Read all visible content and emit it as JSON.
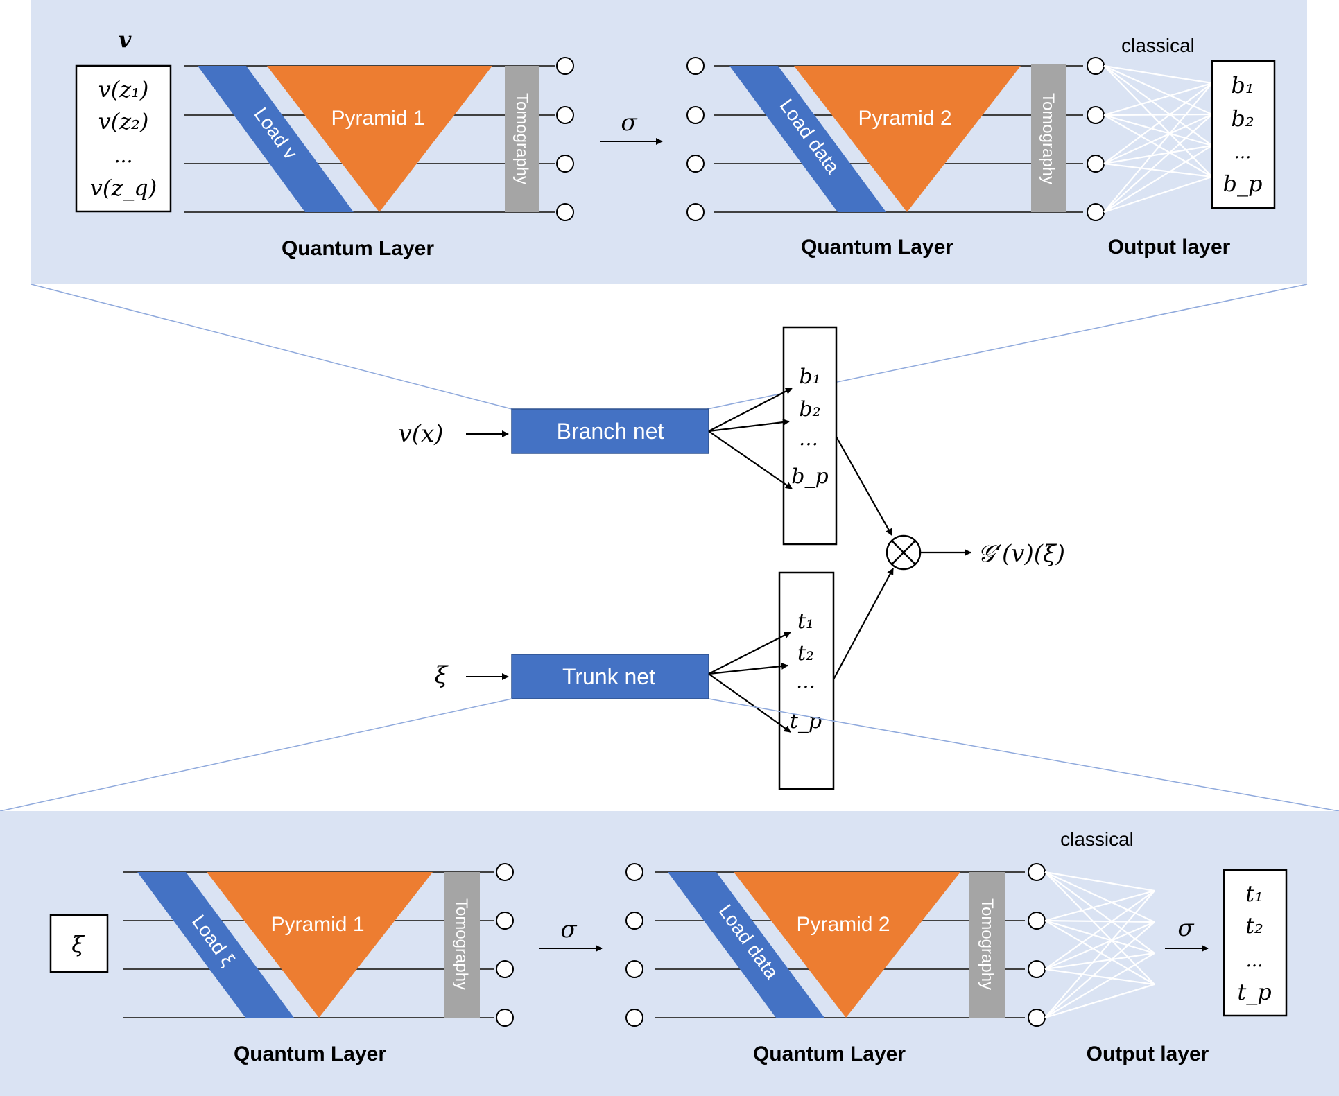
{
  "colors": {
    "panel": "#dae3f3",
    "blue": "#4472c4",
    "orange": "#ed7d31",
    "gray": "#a5a5a5",
    "line": "#404040",
    "connector": "#8fa9dc"
  },
  "top_panel": {
    "input_label": "v",
    "input_items": [
      "v(z₁)",
      "v(z₂)",
      "...",
      "v(z_q)"
    ],
    "load1": "Load v",
    "pyramid1": "Pyramid 1",
    "tomography1": "Tomography",
    "sigma": "σ",
    "load2": "Load data",
    "pyramid2": "Pyramid 2",
    "tomography2": "Tomography",
    "classical": "classical",
    "output_items": [
      "b₁",
      "b₂",
      "...",
      "b_p"
    ],
    "quantum_layer_1": "Quantum Layer",
    "quantum_layer_2": "Quantum Layer",
    "output_layer": "Output layer"
  },
  "middle": {
    "branch_input": "v(x)",
    "branch_net": "Branch net",
    "branch_outputs": [
      "b₁",
      "b₂",
      "…",
      "b_p"
    ],
    "trunk_input": "ξ",
    "trunk_net": "Trunk net",
    "trunk_outputs": [
      "t₁",
      "t₂",
      "…",
      "t_p"
    ],
    "product_symbol": "⊗",
    "result": "𝒢‘(v)(ξ)"
  },
  "bottom_panel": {
    "input_item": "ξ",
    "load1": "Load ξ",
    "pyramid1": "Pyramid 1",
    "tomography1": "Tomography",
    "sigma": "σ",
    "load2": "Load data",
    "pyramid2": "Pyramid 2",
    "tomography2": "Tomography",
    "classical": "classical",
    "sigma_out": "σ",
    "output_items": [
      "t₁",
      "t₂",
      "...",
      "t_p"
    ],
    "quantum_layer_1": "Quantum Layer",
    "quantum_layer_2": "Quantum Layer",
    "output_layer": "Output layer"
  }
}
